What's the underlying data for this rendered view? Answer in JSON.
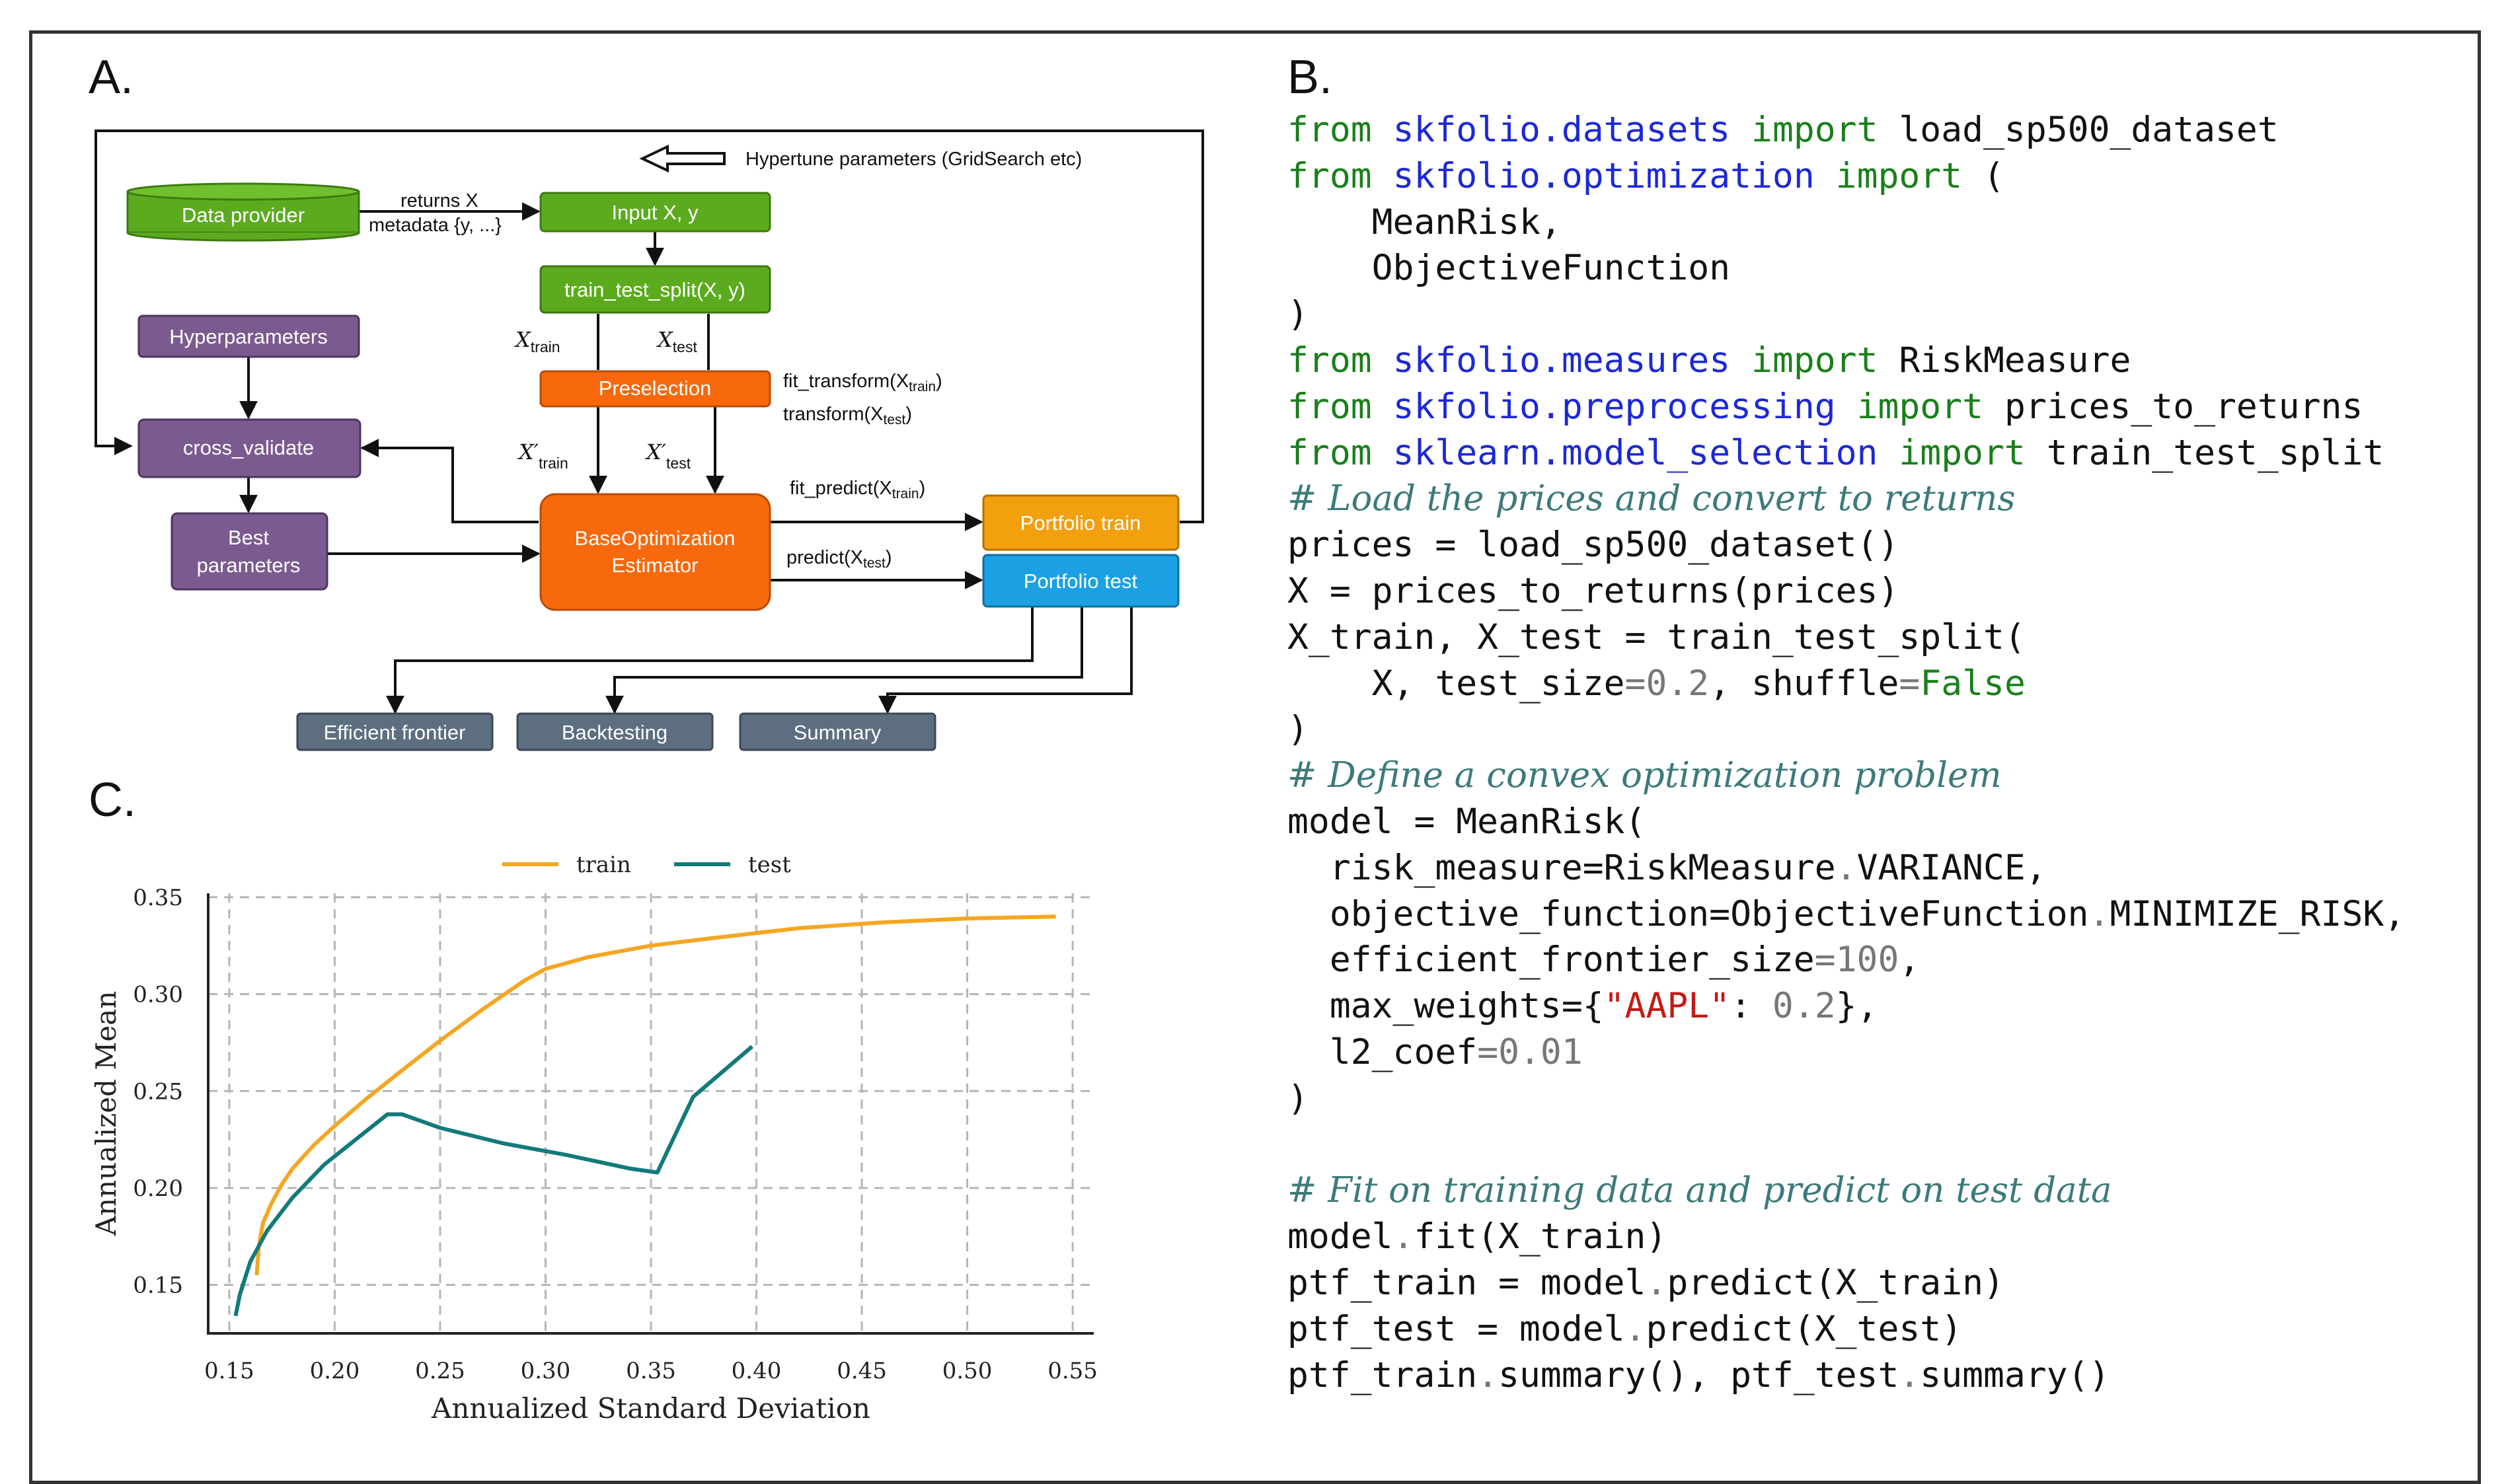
{
  "panels": {
    "a": "A.",
    "b": "B.",
    "c": "C."
  },
  "diagram": {
    "hypertune": "Hypertune parameters (GridSearch etc)",
    "data_provider": "Data provider",
    "returns_x": "returns X",
    "metadata": "metadata {y, ...}",
    "input": "Input X, y",
    "train_test_split": "train_test_split(X, y)",
    "x_train": "X",
    "x_train_sub": "train",
    "x_test": "X",
    "x_test_sub": "test",
    "hyperparameters": "Hyperparameters",
    "preselection": "Preselection",
    "fit_transform": "fit_transform(X",
    "fit_transform_sub": "train",
    "transform": "transform(X",
    "transform_sub": "test",
    "cross_validate": "cross_validate",
    "xp_train": "X′",
    "xp_train_sub": "train",
    "xp_test": "X′",
    "xp_test_sub": "test",
    "fit_predict": "fit_predict(X",
    "fit_predict_sub": "train",
    "best_parameters_1": "Best",
    "best_parameters_2": "parameters",
    "base_opt_1": "BaseOptimization",
    "base_opt_2": "Estimator",
    "portfolio_train": "Portfolio train",
    "predict": "predict(X",
    "predict_sub": "test",
    "portfolio_test": "Portfolio test",
    "efficient_frontier": "Efficient frontier",
    "backtesting": "Backtesting",
    "summary": "Summary",
    "colors": {
      "green": "#5cab1f",
      "purple": "#7b5b8f",
      "orange": "#f7690c",
      "amber": "#f3a00f",
      "blue": "#1ba1e2",
      "slate": "#5d6e80"
    }
  },
  "code": [
    [
      [
        "kw",
        "from"
      ],
      [
        "t",
        " "
      ],
      [
        "mod",
        "skfolio.datasets"
      ],
      [
        "t",
        " "
      ],
      [
        "kw",
        "import"
      ],
      [
        "t",
        " load_sp500_dataset"
      ]
    ],
    [
      [
        "kw",
        "from"
      ],
      [
        "t",
        " "
      ],
      [
        "mod",
        "skfolio.optimization"
      ],
      [
        "t",
        " "
      ],
      [
        "kw",
        "import"
      ],
      [
        "t",
        " ("
      ]
    ],
    [
      [
        "t",
        "    MeanRisk,"
      ]
    ],
    [
      [
        "t",
        "    ObjectiveFunction"
      ]
    ],
    [
      [
        "t",
        ")"
      ]
    ],
    [
      [
        "kw",
        "from"
      ],
      [
        "t",
        " "
      ],
      [
        "mod",
        "skfolio.measures"
      ],
      [
        "t",
        " "
      ],
      [
        "kw",
        "import"
      ],
      [
        "t",
        " RiskMeasure"
      ]
    ],
    [
      [
        "kw",
        "from"
      ],
      [
        "t",
        " "
      ],
      [
        "mod",
        "skfolio.preprocessing"
      ],
      [
        "t",
        " "
      ],
      [
        "kw",
        "import"
      ],
      [
        "t",
        " prices_to_returns"
      ]
    ],
    [
      [
        "kw",
        "from"
      ],
      [
        "t",
        " "
      ],
      [
        "mod",
        "sklearn.model_selection"
      ],
      [
        "t",
        " "
      ],
      [
        "kw",
        "import"
      ],
      [
        "t",
        " train_test_split"
      ]
    ],
    [
      [
        "cm",
        "# Load the prices and convert to returns"
      ]
    ],
    [
      [
        "t",
        "prices = load_sp500_dataset()"
      ]
    ],
    [
      [
        "t",
        "X = prices_to_returns(prices)"
      ]
    ],
    [
      [
        "t",
        "X_train, X_test = train_test_split("
      ]
    ],
    [
      [
        "t",
        "    X, test_size"
      ],
      [
        "op",
        "="
      ],
      [
        "num",
        "0.2"
      ],
      [
        "t",
        ", shuffle"
      ],
      [
        "op",
        "="
      ],
      [
        "bool",
        "False"
      ]
    ],
    [
      [
        "t",
        ")"
      ]
    ],
    [
      [
        "cm",
        "# Define a convex optimization problem"
      ]
    ],
    [
      [
        "t",
        "model = MeanRisk("
      ]
    ],
    [
      [
        "t",
        "  risk_measure=RiskMeasure"
      ],
      [
        "op",
        "."
      ],
      [
        "t",
        "VARIANCE,"
      ]
    ],
    [
      [
        "t",
        "  objective_function=ObjectiveFunction"
      ],
      [
        "op",
        "."
      ],
      [
        "t",
        "MINIMIZE_RISK,"
      ]
    ],
    [
      [
        "t",
        "  efficient_frontier_size"
      ],
      [
        "op",
        "="
      ],
      [
        "num",
        "100"
      ],
      [
        "t",
        ","
      ]
    ],
    [
      [
        "t",
        "  max_weights={"
      ],
      [
        "str",
        "\"AAPL\""
      ],
      [
        "t",
        ": "
      ],
      [
        "num",
        "0.2"
      ],
      [
        "t",
        "},"
      ]
    ],
    [
      [
        "t",
        "  l2_coef"
      ],
      [
        "op",
        "="
      ],
      [
        "num",
        "0.01"
      ]
    ],
    [
      [
        "t",
        ")"
      ]
    ],
    [
      [
        "t",
        ""
      ]
    ],
    [
      [
        "cm",
        "# Fit on training data and predict on test data"
      ]
    ],
    [
      [
        "t",
        "model"
      ],
      [
        "op",
        "."
      ],
      [
        "t",
        "fit(X_train)"
      ]
    ],
    [
      [
        "t",
        "ptf_train = model"
      ],
      [
        "op",
        "."
      ],
      [
        "t",
        "predict(X_train)"
      ]
    ],
    [
      [
        "t",
        "ptf_test = model"
      ],
      [
        "op",
        "."
      ],
      [
        "t",
        "predict(X_test)"
      ]
    ],
    [
      [
        "t",
        "ptf_train"
      ],
      [
        "op",
        "."
      ],
      [
        "t",
        "summary(), ptf_test"
      ],
      [
        "op",
        "."
      ],
      [
        "t",
        "summary()"
      ]
    ]
  ],
  "chart_data": {
    "type": "line",
    "xlabel": "Annualized Standard Deviation",
    "ylabel": "Annualized Mean",
    "xlim": [
      0.14,
      0.56
    ],
    "ylim": [
      0.125,
      0.352
    ],
    "xticks": [
      "0.15",
      "0.20",
      "0.25",
      "0.30",
      "0.35",
      "0.40",
      "0.45",
      "0.50",
      "0.55"
    ],
    "yticks": [
      "0.15",
      "0.20",
      "0.25",
      "0.30",
      "0.35"
    ],
    "grid": true,
    "legend_position": "top-center",
    "series": [
      {
        "name": "train",
        "color": "#f5a623",
        "x": [
          0.163,
          0.164,
          0.166,
          0.17,
          0.175,
          0.18,
          0.19,
          0.2,
          0.215,
          0.23,
          0.25,
          0.27,
          0.29,
          0.3,
          0.32,
          0.35,
          0.38,
          0.42,
          0.46,
          0.5,
          0.542
        ],
        "y": [
          0.155,
          0.17,
          0.182,
          0.192,
          0.202,
          0.21,
          0.222,
          0.232,
          0.246,
          0.259,
          0.276,
          0.292,
          0.307,
          0.313,
          0.319,
          0.325,
          0.329,
          0.334,
          0.337,
          0.339,
          0.34
        ]
      },
      {
        "name": "test",
        "color": "#137a7a",
        "x": [
          0.153,
          0.155,
          0.16,
          0.168,
          0.18,
          0.195,
          0.21,
          0.225,
          0.232,
          0.25,
          0.28,
          0.31,
          0.34,
          0.353,
          0.37,
          0.398
        ],
        "y": [
          0.134,
          0.145,
          0.162,
          0.178,
          0.195,
          0.212,
          0.225,
          0.238,
          0.238,
          0.231,
          0.223,
          0.217,
          0.21,
          0.208,
          0.247,
          0.273
        ]
      }
    ]
  }
}
